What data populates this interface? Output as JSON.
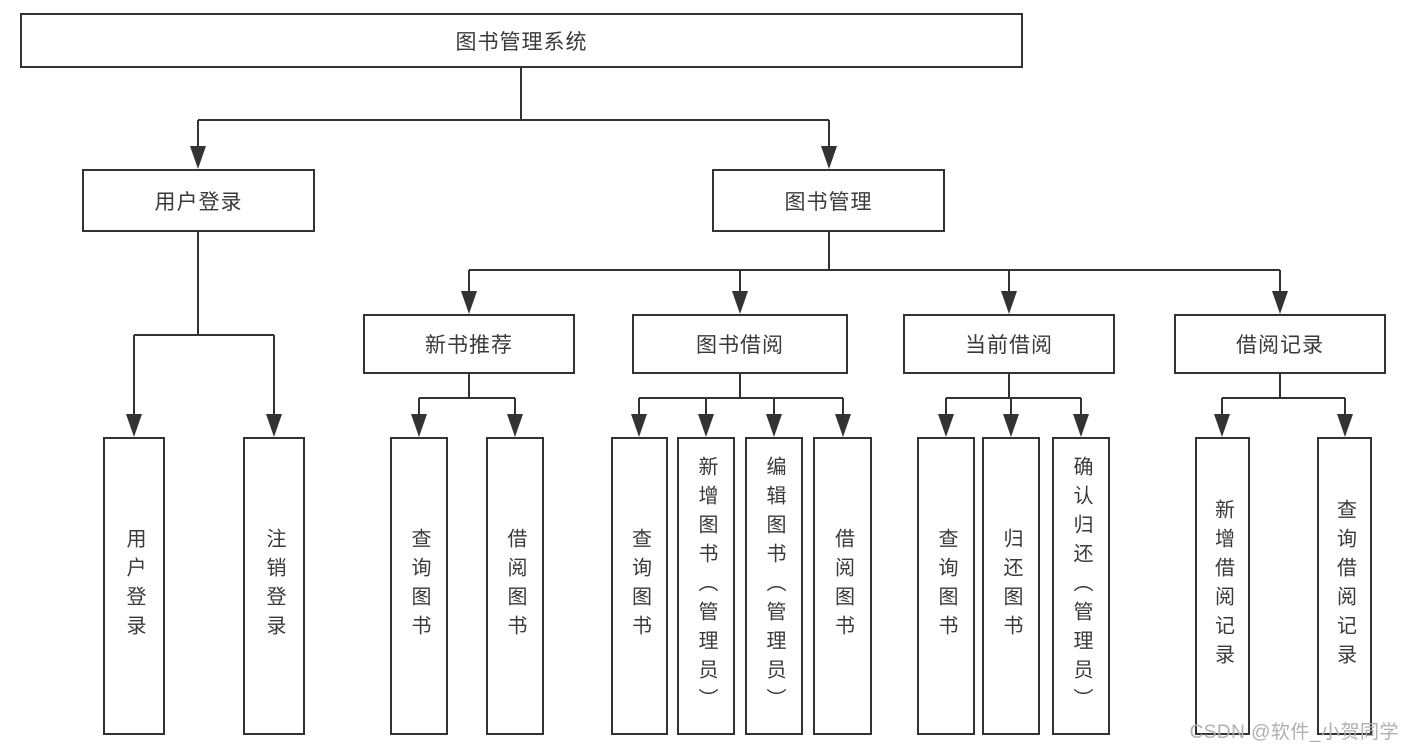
{
  "tree": {
    "root": {
      "label": "图书管理系统"
    },
    "userLogin": {
      "label": "用户登录",
      "children": {
        "login": {
          "label": "用户登录"
        },
        "logout": {
          "label": "注销登录"
        }
      }
    },
    "bookMgmt": {
      "label": "图书管理",
      "children": {
        "newBook": {
          "label": "新书推荐",
          "children": {
            "query": {
              "label": "查询图书"
            },
            "borrow": {
              "label": "借阅图书"
            }
          }
        },
        "bookBorrow": {
          "label": "图书借阅",
          "children": {
            "query": {
              "label": "查询图书"
            },
            "add": {
              "label": "新增图书（管理员）"
            },
            "edit": {
              "label": "编辑图书（管理员）"
            },
            "borrow": {
              "label": "借阅图书"
            }
          }
        },
        "currentBorrow": {
          "label": "当前借阅",
          "children": {
            "query": {
              "label": "查询图书"
            },
            "return": {
              "label": "归还图书"
            },
            "confirm": {
              "label": "确认归还（管理员）"
            }
          }
        },
        "borrowRecord": {
          "label": "借阅记录",
          "children": {
            "add": {
              "label": "新增借阅记录"
            },
            "query": {
              "label": "查询借阅记录"
            }
          }
        }
      }
    }
  },
  "watermark": {
    "text": "CSDN @软件_小贺同学"
  },
  "colors": {
    "line": "#333333",
    "background": "#ffffff",
    "watermark": "#b0b0b0"
  }
}
